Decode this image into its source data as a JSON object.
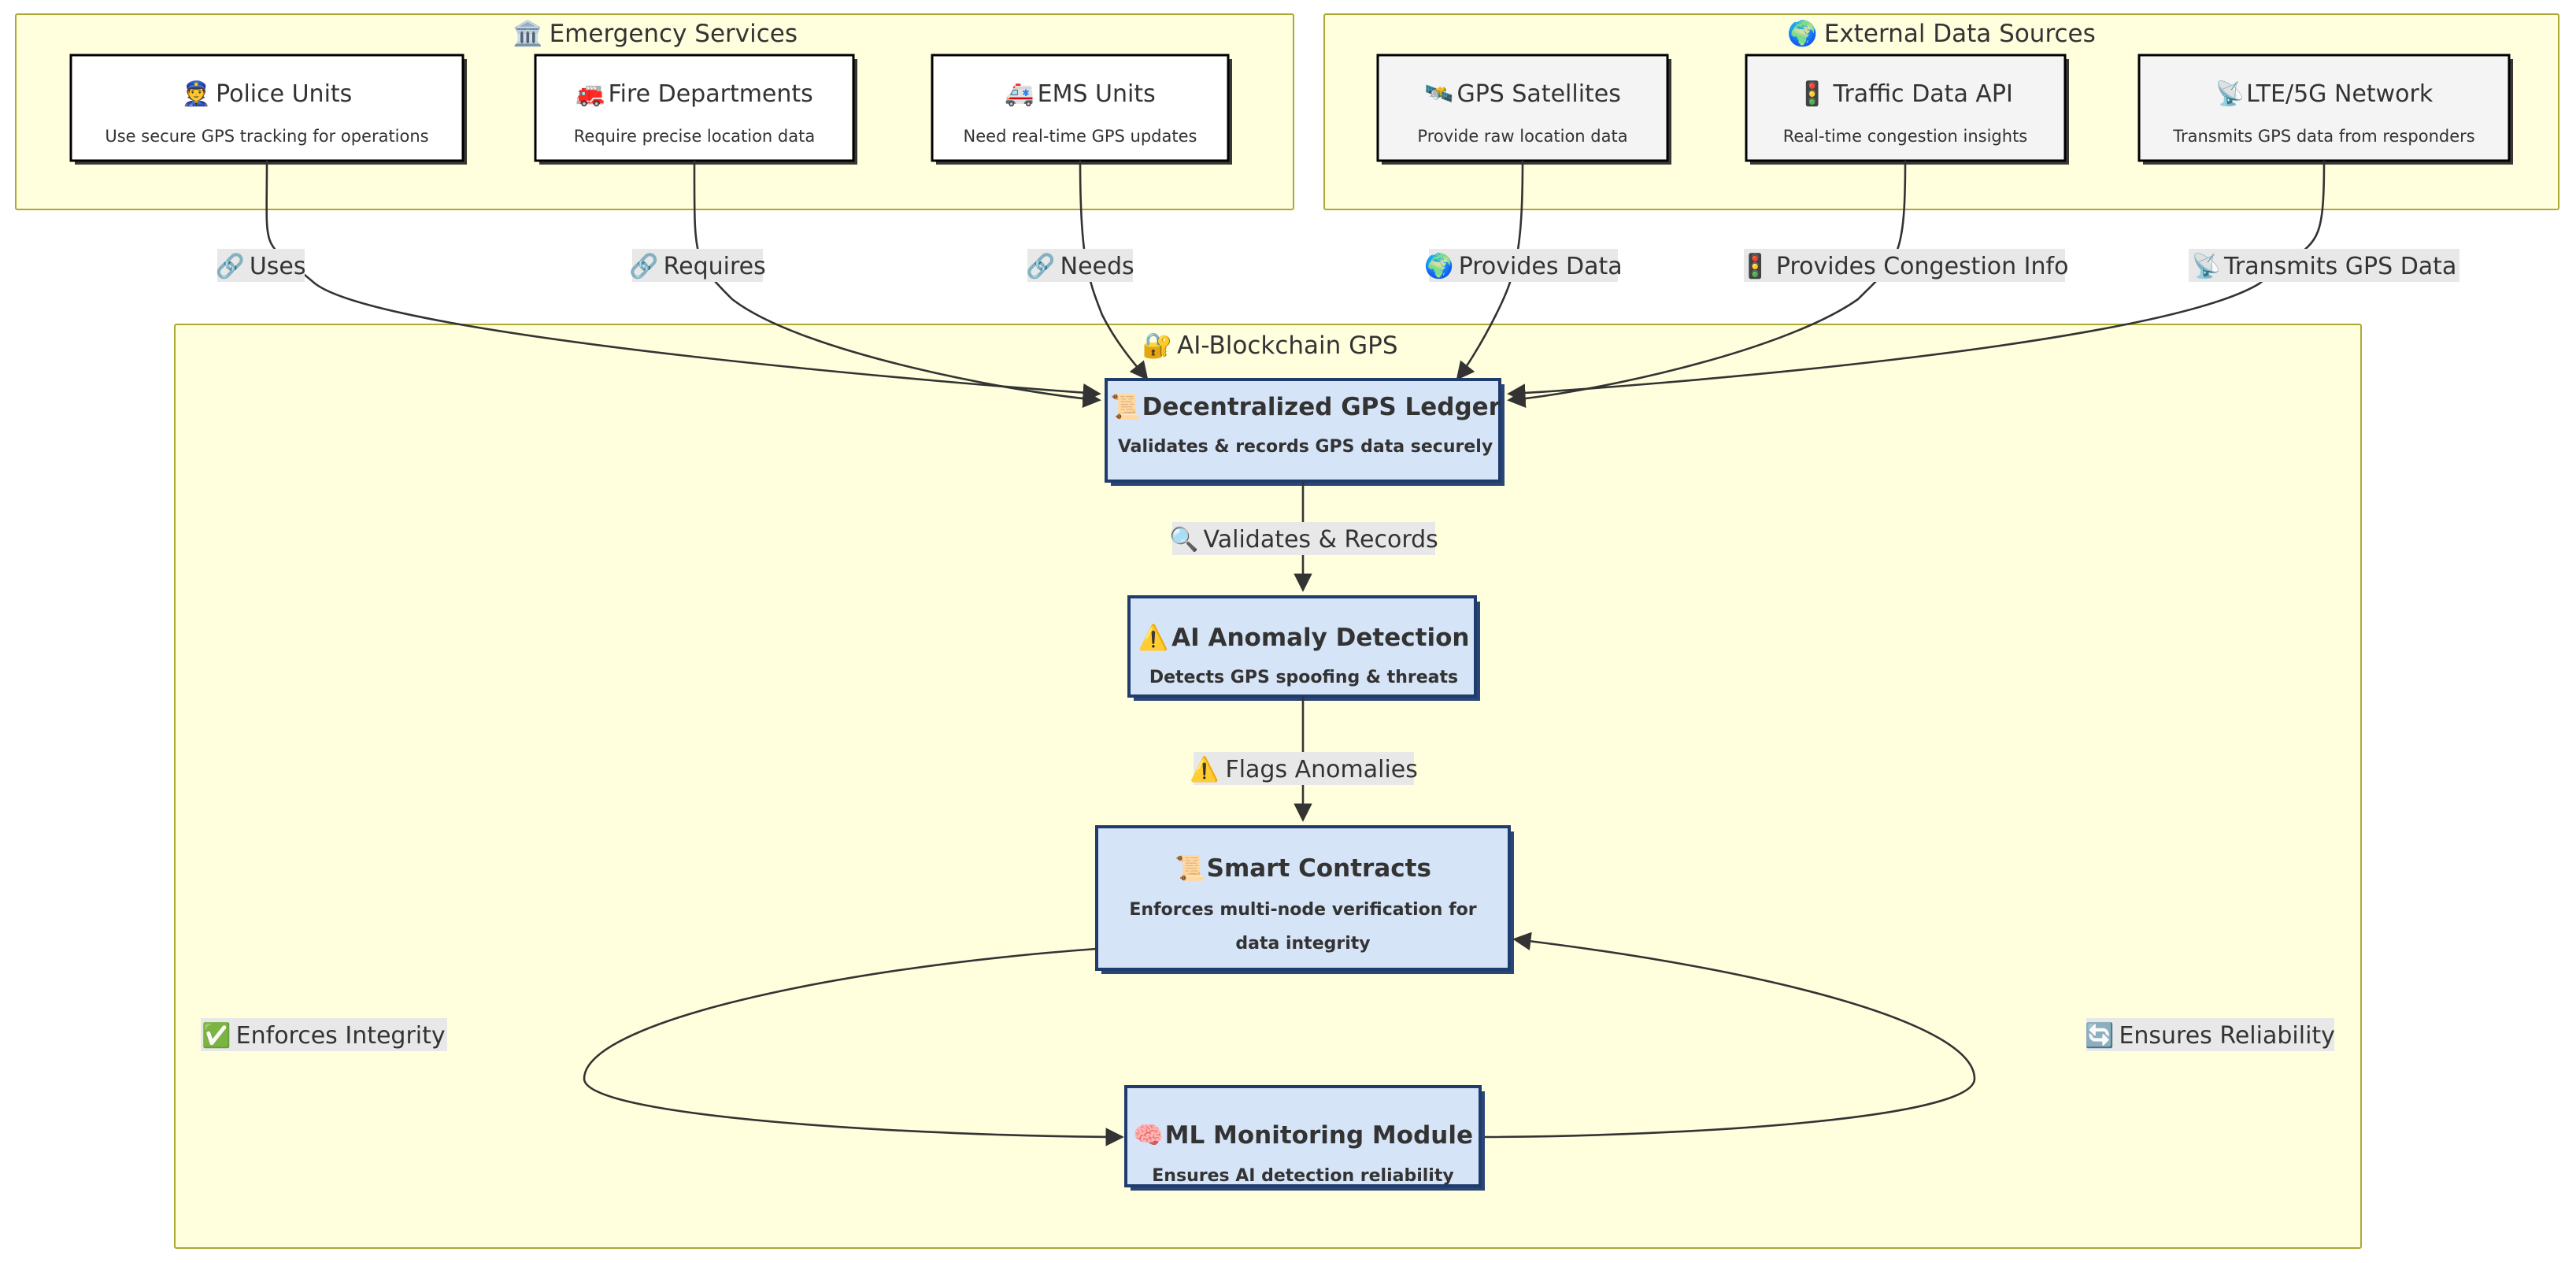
{
  "diagram": {
    "title": "AI-Blockchain GPS architecture flowchart",
    "background": "#ffffff",
    "cluster_fill": "#ffffde",
    "cluster_stroke": "#aaaa33",
    "core_node_fill": "#d6e4f7",
    "core_node_stroke": "#1f3c6e",
    "plain_node_fill": "#ffffff",
    "ext_node_fill": "#f4f4f4",
    "edge_color": "#333333",
    "edge_label_bg": "#e8e8e8"
  },
  "clusters": [
    {
      "id": "emergency",
      "icon": "🏛️",
      "label": "Emergency Services"
    },
    {
      "id": "external",
      "icon": "🌍",
      "label": "External Data Sources"
    },
    {
      "id": "core",
      "icon": "🔐",
      "label": "AI-Blockchain GPS"
    }
  ],
  "nodes": [
    {
      "id": "police",
      "icon": "👮",
      "title": "Police Units",
      "subtitle": "Use secure GPS tracking for operations"
    },
    {
      "id": "fire",
      "icon": "🚒",
      "title": "Fire Departments",
      "subtitle": "Require precise location data"
    },
    {
      "id": "ems",
      "icon": "🚑",
      "title": "EMS Units",
      "subtitle": "Need real-time GPS updates"
    },
    {
      "id": "gps_satellites",
      "icon": "🛰️",
      "title": "GPS Satellites",
      "subtitle": "Provide raw location data"
    },
    {
      "id": "traffic_api",
      "icon": "🚦",
      "title": "Traffic Data API",
      "subtitle": "Real-time congestion insights"
    },
    {
      "id": "lte_5g",
      "icon": "📡",
      "title": "LTE/5G Network",
      "subtitle": "Transmits GPS data from responders"
    },
    {
      "id": "ledger",
      "icon": "📜",
      "title": "Decentralized GPS Ledger",
      "subtitle": "Validates & records GPS data securely"
    },
    {
      "id": "anomaly",
      "icon": "⚠️",
      "title": "AI Anomaly Detection",
      "subtitle": "Detects GPS spoofing & threats"
    },
    {
      "id": "contracts",
      "icon": "📜",
      "title": "Smart Contracts",
      "subtitle_line1": "Enforces multi-node verification for",
      "subtitle_line2": "data integrity"
    },
    {
      "id": "ml_monitor",
      "icon": "🧠",
      "title": "ML Monitoring Module",
      "subtitle": "Ensures AI detection reliability"
    }
  ],
  "edges": [
    {
      "id": "uses",
      "from": "police",
      "to": "ledger",
      "icon": "🔗",
      "label": "Uses"
    },
    {
      "id": "requires",
      "from": "fire",
      "to": "ledger",
      "icon": "🔗",
      "label": "Requires"
    },
    {
      "id": "needs",
      "from": "ems",
      "to": "ledger",
      "icon": "🔗",
      "label": "Needs"
    },
    {
      "id": "provides_data",
      "from": "gps_satellites",
      "to": "ledger",
      "icon": "🌍",
      "label": "Provides Data"
    },
    {
      "id": "provides_congestion",
      "from": "traffic_api",
      "to": "ledger",
      "icon": "🚦",
      "label": "Provides Congestion Info"
    },
    {
      "id": "transmits_gps",
      "from": "lte_5g",
      "to": "ledger",
      "icon": "📡",
      "label": "Transmits GPS Data"
    },
    {
      "id": "validates_records",
      "from": "ledger",
      "to": "anomaly",
      "icon": "🔍",
      "label": "Validates & Records"
    },
    {
      "id": "flags_anomalies",
      "from": "anomaly",
      "to": "contracts",
      "icon": "⚠️",
      "label": "Flags Anomalies"
    },
    {
      "id": "enforces_integrity",
      "from": "contracts",
      "to": "ml_monitor",
      "icon": "✅",
      "label": "Enforces Integrity"
    },
    {
      "id": "ensures_reliability",
      "from": "ml_monitor",
      "to": "contracts",
      "icon": "🔄",
      "label": "Ensures Reliability"
    }
  ]
}
